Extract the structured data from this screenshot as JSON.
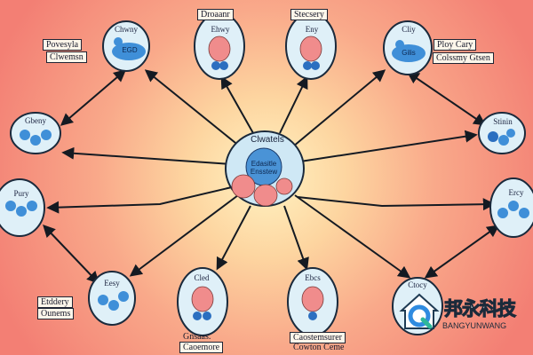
{
  "center": {
    "title": "Clwatels",
    "inner_text": "Edasitle Ensstew"
  },
  "nodes": [
    {
      "id": "top-left-1",
      "labels": [
        "Chwny"
      ],
      "inner": "EGD"
    },
    {
      "id": "top-mid-1",
      "labels": [
        "Ehwy"
      ],
      "inner": ""
    },
    {
      "id": "top-mid-2",
      "labels": [
        "Eny"
      ],
      "inner": ""
    },
    {
      "id": "top-right-1",
      "labels": [
        "Cliy"
      ],
      "inner": "Gilis"
    },
    {
      "id": "mid-left-1",
      "labels": [
        "Gbeny"
      ],
      "inner": ""
    },
    {
      "id": "mid-right-1",
      "labels": [
        "Stinin"
      ],
      "inner": ""
    },
    {
      "id": "left-1",
      "labels": [
        "Pury"
      ],
      "inner": ""
    },
    {
      "id": "right-1",
      "labels": [
        "Ercy"
      ],
      "inner": ""
    },
    {
      "id": "bottom-left-1",
      "labels": [
        "Eesy"
      ],
      "inner": ""
    },
    {
      "id": "bottom-mid-1",
      "labels": [
        "Cled"
      ],
      "inner": ""
    },
    {
      "id": "bottom-mid-2",
      "labels": [
        "Ebcs"
      ],
      "inner": ""
    },
    {
      "id": "bottom-right-1",
      "labels": [
        "Ctocy"
      ],
      "inner": ""
    }
  ],
  "callouts": {
    "top_a": "Droaanr",
    "top_b": "Stecsery",
    "left_top_1": "Povesyla",
    "left_top_2": "Clwemsn",
    "right_top_1": "Ploy Cary",
    "right_top_2": "Colssmy Gtsen",
    "bottom_left_1": "Etddery",
    "bottom_left_2": "Ounems",
    "bottom_mid_a": "Gnsaas.",
    "bottom_mid_b": "Caoemore",
    "bottom_mid_c": "Caostemsurer",
    "bottom_mid_d": "Cowton Ceme"
  },
  "watermark": {
    "title": "邦永科技",
    "subtitle": "BANGYUNWANG"
  },
  "colors": {
    "node_fill": "#dff0f8",
    "node_stroke": "#1a2a3c",
    "blob_blue": "#3f8fd8",
    "blob_pink": "#f08c8c",
    "arrow": "#141a22"
  }
}
